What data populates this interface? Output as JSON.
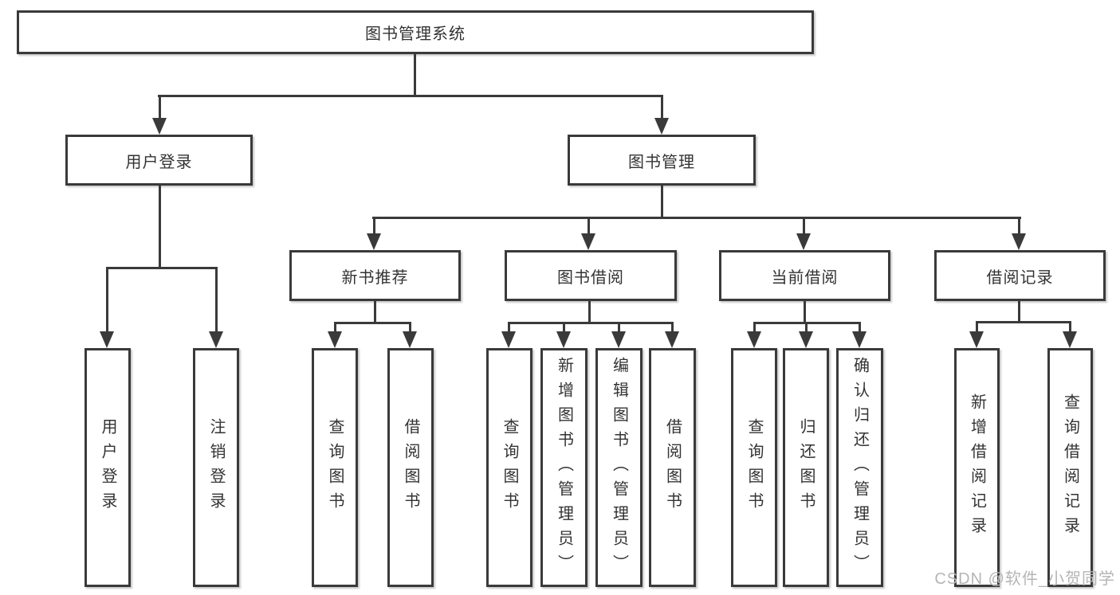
{
  "colors": {
    "line": "#3a3a3a",
    "text": "#333333",
    "watermark": "#b5b5b5",
    "background": "#ffffff"
  },
  "watermark": {
    "text": "CSDN @软件_小贺同学"
  },
  "tree": {
    "root": {
      "label": "图书管理系统",
      "children": [
        {
          "label": "用户登录",
          "children": [
            {
              "label": "用户登录"
            },
            {
              "label": "注销登录"
            }
          ]
        },
        {
          "label": "图书管理",
          "children": [
            {
              "label": "新书推荐",
              "children": [
                {
                  "label": "查询图书"
                },
                {
                  "label": "借阅图书"
                }
              ]
            },
            {
              "label": "图书借阅",
              "children": [
                {
                  "label": "查询图书"
                },
                {
                  "label": "新增图书（管理员）"
                },
                {
                  "label": "编辑图书（管理员）"
                },
                {
                  "label": "借阅图书"
                }
              ]
            },
            {
              "label": "当前借阅",
              "children": [
                {
                  "label": "查询图书"
                },
                {
                  "label": "归还图书"
                },
                {
                  "label": "确认归还（管理员）"
                }
              ]
            },
            {
              "label": "借阅记录",
              "children": [
                {
                  "label": "新增借阅记录"
                },
                {
                  "label": "查询借阅记录"
                }
              ]
            }
          ]
        }
      ]
    }
  }
}
